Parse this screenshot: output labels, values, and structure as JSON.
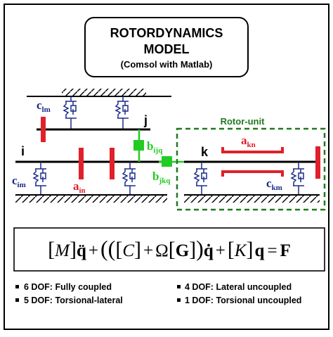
{
  "title_box": {
    "line1": "ROTORDYNAMICS",
    "line2": "MODEL",
    "line3": "(Comsol with Matlab)"
  },
  "diagram": {
    "rotor_unit_label": "Rotor-unit",
    "node_i": "i",
    "node_j": "j",
    "node_k": "k",
    "c_lm": {
      "base": "c",
      "sub": "lm"
    },
    "c_im": {
      "base": "c",
      "sub": "im"
    },
    "c_km": {
      "base": "c",
      "sub": "km"
    },
    "a_in": {
      "base": "a",
      "sub": "in"
    },
    "a_kn": {
      "base": "a",
      "sub": "kn"
    },
    "b_ijq": {
      "base": "b",
      "sub": "ijq"
    },
    "b_jkq": {
      "base": "b",
      "sub": "jkq"
    }
  },
  "equation": {
    "M": "M",
    "C": "C",
    "Omega": "Ω",
    "G": "G",
    "K": "K",
    "qdd": "q̈",
    "qd": "q̇",
    "q": "q",
    "F": "F",
    "plus": "+",
    "equals": "="
  },
  "dof_list": [
    "6 DOF: Fully coupled",
    "5 DOF: Torsional-lateral",
    "4 DOF: Lateral uncoupled",
    "1 DOF: Torsional uncoupled"
  ],
  "colors": {
    "disc_red": "#e0202a",
    "coupling_green": "#22cc22",
    "rotor_unit_green": "#1e7a1e",
    "ink": "#000000",
    "spring_blue": "#1a2a8a"
  }
}
